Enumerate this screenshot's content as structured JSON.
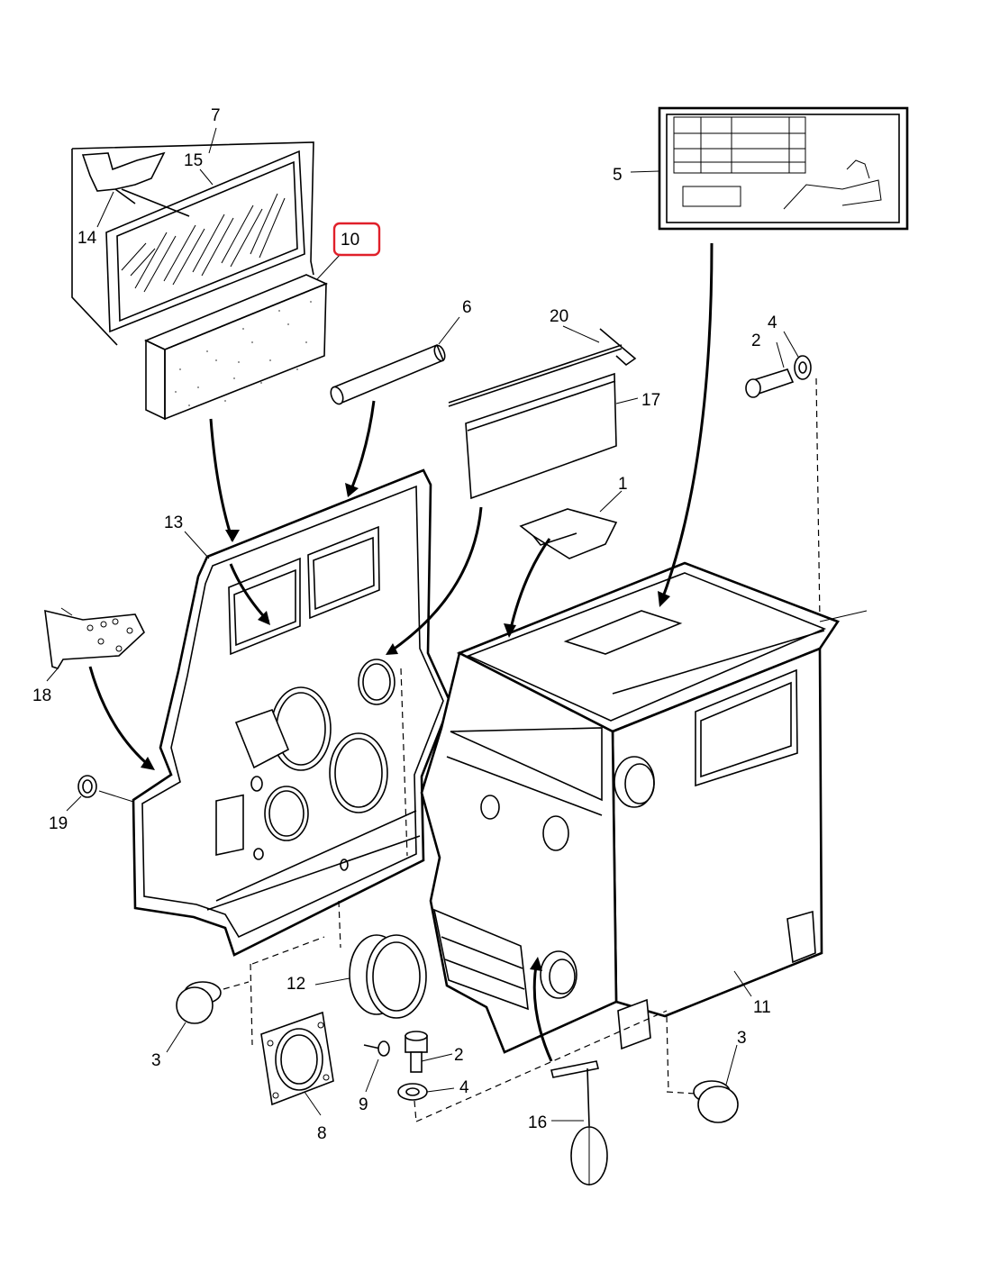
{
  "callouts": [
    {
      "id": "c7",
      "label": "7"
    },
    {
      "id": "c15",
      "label": "15"
    },
    {
      "id": "c14",
      "label": "14"
    },
    {
      "id": "c10",
      "label": "10",
      "highlighted": true
    },
    {
      "id": "c5",
      "label": "5"
    },
    {
      "id": "c6",
      "label": "6"
    },
    {
      "id": "c20",
      "label": "20"
    },
    {
      "id": "c17",
      "label": "17"
    },
    {
      "id": "c4a",
      "label": "4"
    },
    {
      "id": "c2a",
      "label": "2"
    },
    {
      "id": "c1",
      "label": "1"
    },
    {
      "id": "c13",
      "label": "13"
    },
    {
      "id": "c18",
      "label": "18"
    },
    {
      "id": "c19",
      "label": "19"
    },
    {
      "id": "c12",
      "label": "12"
    },
    {
      "id": "c3a",
      "label": "3"
    },
    {
      "id": "c2b",
      "label": "2"
    },
    {
      "id": "c4b",
      "label": "4"
    },
    {
      "id": "c9",
      "label": "9"
    },
    {
      "id": "c8",
      "label": "8"
    },
    {
      "id": "c16",
      "label": "16"
    },
    {
      "id": "c11",
      "label": "11"
    },
    {
      "id": "c3b",
      "label": "3"
    }
  ],
  "colors": {
    "line": "#000000",
    "background": "#ffffff",
    "highlight": "#e0202a"
  }
}
